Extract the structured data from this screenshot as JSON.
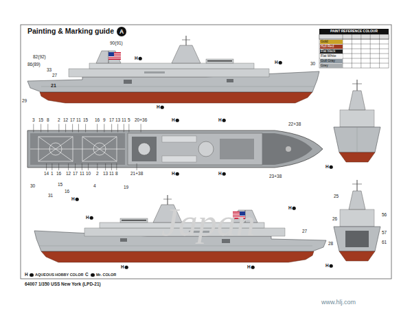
{
  "diagram": {
    "title": "Painting & Marking guide",
    "nodes": [
      {
        "text": [
          "A"
        ]
      }
    ],
    "labels": [
      "90(91)",
      "82(92)",
      "86(89)",
      "33",
      "27",
      "21",
      "29",
      "30",
      "H",
      "H",
      "H",
      "H",
      "H",
      "H",
      "H",
      "H",
      "3",
      "15",
      "8",
      "2",
      "12",
      "17",
      "11",
      "15",
      "16",
      "9",
      "17",
      "13",
      "11",
      "5",
      "20+36",
      "22+38",
      "14",
      "1",
      "16",
      "12",
      "17",
      "11",
      "10",
      "2",
      "13",
      "11",
      "8",
      "21+38",
      "30",
      "15",
      "16",
      "4",
      "19",
      "31",
      "23+38",
      "27",
      "28",
      "H",
      "H",
      "H",
      "H",
      "H",
      "25",
      "26",
      "56",
      "57",
      "61",
      "H",
      "PAINT REFERENCE COLOUR",
      "H",
      "C",
      "64007 1/350 USS New York (LPD-21)",
      "www.hlj.com",
      "Japan"
    ],
    "legend": [
      {
        "text": "Gold",
        "color": "#c9a227"
      },
      {
        "text": "Hull Red",
        "color": "#9e3a22"
      },
      {
        "text": "Flat black",
        "color": "#1e1e1e"
      },
      {
        "text": "Flat White",
        "color": "#f4f4f4"
      },
      {
        "text": "Gull Gray",
        "color": "#8f9aa3"
      },
      {
        "text": "Grey",
        "color": "#a9adb0"
      },
      {
        "text": "AQUEOUS HOBBY COLOR"
      },
      {
        "text": "Mr. COLOR"
      }
    ]
  }
}
